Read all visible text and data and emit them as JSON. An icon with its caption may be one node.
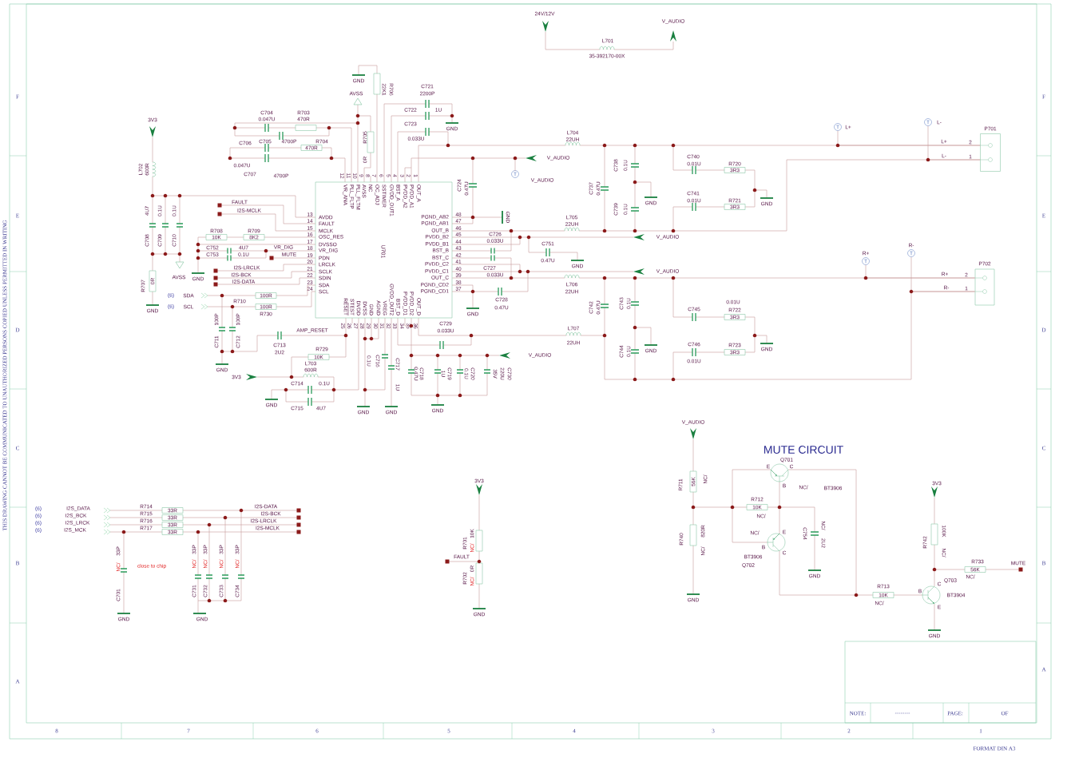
{
  "diagram": {
    "nodes": [
      {
        "text": [
          "U701",
          "OUT_A",
          "PVDD_A1",
          "PVDD_A2",
          "BST_A",
          "GVDD_OUT1",
          "SSTIMER",
          "OC_ADJ",
          "NC",
          "AVSS",
          "PLL_FLTM",
          "PLL_FLTP",
          "VR_ANA",
          "AVDD",
          "FAULT",
          "MCLK",
          "OSC_RES",
          "DVSSO",
          "VR_DIG",
          "PDN",
          "LRCLK",
          "SCLK",
          "SDIN",
          "SDA",
          "SCL",
          "RESET",
          "STEST",
          "DVDD",
          "DVSS",
          "GND",
          "AGND",
          "VREG",
          "GVDD_OUT2",
          "BST_D",
          "PVDD_D1",
          "PVDD_D2",
          "OUT_D",
          "PGND_CD1",
          "PGND_CD2",
          "OUT_C",
          "PVDD_C1",
          "PVDD_C2",
          "BST_C",
          "BST_B",
          "PVDD_B1",
          "PVDD_B2",
          "OUT_B",
          "PGND_AB1",
          "PGND_AB2"
        ],
        "beside": [
          "1",
          "2",
          "3",
          "4",
          "5",
          "6",
          "7",
          "8",
          "9",
          "10",
          "11",
          "12",
          "13",
          "14",
          "15",
          "16",
          "17",
          "18",
          "19",
          "20",
          "21",
          "22",
          "23",
          "24",
          "25",
          "26",
          "27",
          "28",
          "29",
          "30",
          "31",
          "32",
          "33",
          "34",
          "35",
          "36",
          "37",
          "38",
          "39",
          "40",
          "41",
          "42",
          "43",
          "44",
          "45",
          "46",
          "47",
          "48"
        ]
      },
      {
        "text": [
          "T"
        ],
        "beside": [
          "L+"
        ]
      },
      {
        "text": [
          "T"
        ],
        "beside": [
          "L-"
        ]
      },
      {
        "text": [
          "P701"
        ],
        "beside": [
          "2",
          "1"
        ]
      },
      {
        "text": [
          "T"
        ],
        "beside": [
          "V_AUDIO"
        ]
      },
      {
        "text": [
          "T"
        ],
        "beside": [
          "R+"
        ]
      },
      {
        "text": [
          "T"
        ],
        "beside": [
          "R-"
        ]
      },
      {
        "text": [
          "P702"
        ],
        "beside": [
          "2",
          "1"
        ]
      }
    ],
    "edges": [
      {
        "from": 1,
        "to": 3,
        "arrow": "none"
      },
      {
        "from": 2,
        "to": 3,
        "arrow": "none"
      },
      {
        "from": 5,
        "to": 7,
        "arrow": "none"
      },
      {
        "from": 6,
        "to": 7,
        "arrow": "none"
      },
      {
        "from": 0,
        "to": 3,
        "arrow": "none"
      },
      {
        "from": 0,
        "to": 3,
        "arrow": "none"
      },
      {
        "from": 0,
        "to": 7,
        "arrow": "none"
      },
      {
        "from": 0,
        "to": 7,
        "arrow": "none"
      }
    ],
    "labels": [
      "24V/12V",
      "V_AUDIO",
      "L701",
      "35-392170-00X",
      "GND",
      "22K1",
      "R706",
      "C721",
      "AVSS",
      "2200P",
      "C722",
      "1U",
      "3V3",
      "C704",
      "0.047U",
      "R703",
      "470R",
      "R705",
      "C723",
      "GND",
      "C705",
      "4700P",
      "0.033U",
      "C706",
      "R704",
      "0.047U",
      "470R",
      "0R",
      "L702",
      "600R",
      "C707",
      "4700P",
      "C724",
      "0.47U",
      "L704",
      "22UH",
      "V_AUDIO",
      "C738",
      "0.1U",
      "C740",
      "0.01U",
      "R720",
      "3R3",
      "C737",
      "0.47U",
      "C741",
      "0.01U",
      "R721",
      "3R3",
      "GND",
      "GND",
      "C739",
      "0.1U",
      "FAULT",
      "I2S-MCLK",
      "4U7",
      "0.1U",
      "0.1U",
      "R708",
      "R709",
      "10K",
      "8K2",
      "C708",
      "C709",
      "C710",
      "C752",
      "4U7",
      "VR_DIG",
      "C753",
      "0.1U",
      "MUTE",
      "I2S-LRCLK",
      "AVSS",
      "GND",
      "I2S-BCK",
      "0R",
      "R707",
      "I2S-DATA",
      "(6)",
      "SDA",
      "100R",
      "R710",
      "(6)",
      "SCL",
      "GND",
      "R730",
      "100R",
      "100P",
      "100P",
      "C729",
      "C711",
      "C712",
      "AMP_RESET",
      "0.033U",
      "L707",
      "22UH",
      "C713",
      "2U2",
      "R729",
      "10K",
      "0.1U",
      "C716",
      "C717",
      "1U",
      "0.47U",
      "C718",
      "1U",
      "C719",
      "0.1U",
      "C720",
      "35V",
      "220U",
      "C730",
      "V_AUDIO",
      "GND",
      "L703",
      "600R",
      "3V3",
      "C714",
      "0.1U",
      "GND",
      "C715",
      "4U7",
      "GND",
      "GND",
      "GND",
      "GND",
      "L705",
      "22UH",
      "V_AUDIO",
      "C726",
      "0.033U",
      "C751",
      "0.47U",
      "GND",
      "C727",
      "V_AUDIO",
      "0.033U",
      "L706",
      "22UH",
      "C728",
      "0.47U",
      "GND",
      "C742",
      "0.47U",
      "C743",
      "0.1U",
      "C745",
      "0.01U",
      "R722",
      "3R3",
      "GND",
      "GND",
      "C744",
      "0.1U",
      "C746",
      "R723",
      "3R3",
      "0.01U",
      "L+",
      "L-",
      "R+",
      "R-",
      "(6)",
      "I2S_DATA",
      "R714",
      "I2S-DATA",
      "(6)",
      "I2S_BCK",
      "R715",
      "I2S-BCK",
      "(6)",
      "I2S_LRCK",
      "R716",
      "I2S-LRCLK",
      "(6)",
      "I2S_MCK",
      "R717",
      "I2S-MCLK",
      "33R",
      "33R",
      "33R",
      "33R",
      "33P",
      "NC/",
      "close to chip",
      "C701",
      "GND",
      "33P",
      "NC/",
      "33P",
      "NC/",
      "33P",
      "NC/",
      "33P",
      "NC/",
      "C731",
      "C732",
      "C733",
      "C734",
      "GND",
      "3V3",
      "R701",
      "NC/",
      "10K",
      "FAULT",
      "NC/",
      "0R",
      "R702",
      "GND",
      "V_AUDIO",
      "MUTE CIRCUIT",
      "Q701",
      "E",
      "C",
      "B",
      "R711",
      "56K",
      "NC/",
      "NC/",
      "BT3906",
      "R712",
      "10K",
      "NC/",
      "NC/",
      "E",
      "C754",
      "NC/",
      "2U2",
      "B",
      "C",
      "R740",
      "820R",
      "NC/",
      "BT3906",
      "Q702",
      "GND",
      "GND",
      "3V3",
      "R742",
      "100K",
      "NC/",
      "R733",
      "56K",
      "MUTE",
      "NC/",
      "Q703",
      "C",
      "R713",
      "B",
      "10K",
      "BT3904",
      "NC/",
      "E",
      "GND",
      "NOTE:",
      "...........",
      "PAGE:",
      "OF",
      "F",
      "F",
      "E",
      "E",
      "D",
      "D",
      "C",
      "C",
      "B",
      "B",
      "A",
      "A",
      "8",
      "7",
      "6",
      "5",
      "4",
      "3",
      "2",
      "1",
      "FORMAT DIN A3",
      "THIS DRAWING CANNOT BE COMMUNICATED TO UNAUTHORIZED PERSONS COPIED UNLESS PERMITTED IN WRITING"
    ]
  }
}
